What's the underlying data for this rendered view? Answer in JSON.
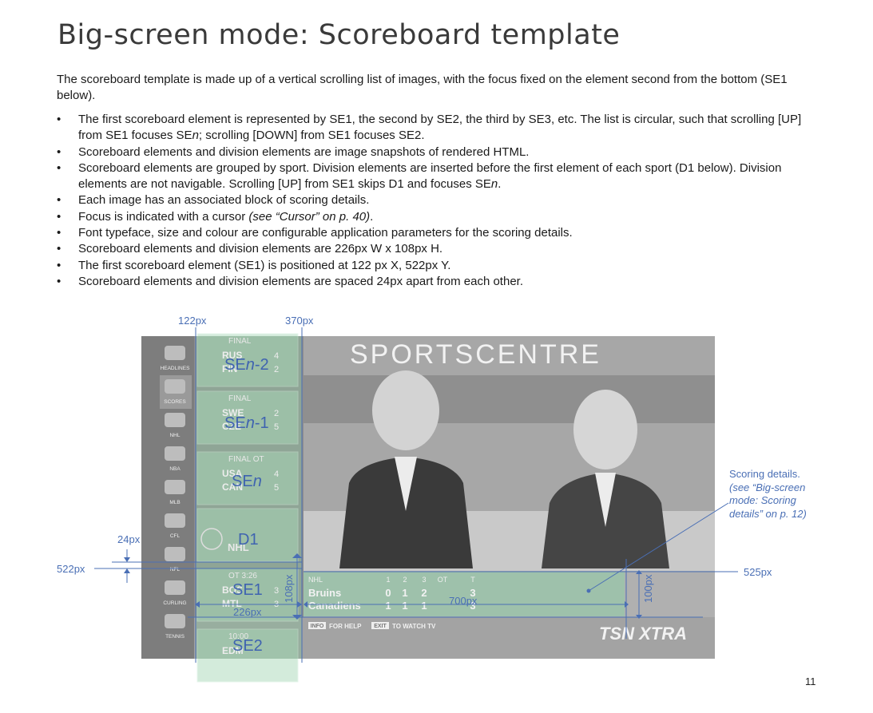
{
  "page": {
    "title": "Big-screen mode: Scoreboard template",
    "intro": "The scoreboard template is made up of a vertical scrolling list of images, with the focus fixed on the element second from the bottom (SE1 below).",
    "page_number": "11"
  },
  "bullets": [
    [
      "The first scoreboard element is represented by SE1, the second by SE2, the third by SE3, etc.  The list is circular, such that scrolling [UP] from SE1 focuses SE",
      "n",
      "; scrolling [DOWN] from SE1 focuses SE2."
    ],
    [
      "Scoreboard elements and division elements are image snapshots of rendered HTML."
    ],
    [
      "Scoreboard elements are grouped by sport.  Division elements are inserted before the first element of each sport (D1 below).  Division elements are not navigable.  Scrolling [UP] from SE1 skips D1 and focuses SE",
      "n",
      "."
    ],
    [
      "Each image has an associated block of scoring details."
    ],
    [
      "Focus is indicated with a cursor ",
      "(see “Cursor” on p. 40)",
      "."
    ],
    [
      "Font typeface, size and colour are configurable application parameters for the scoring details."
    ],
    [
      "Scoreboard elements and division elements are 226px W x 108px H."
    ],
    [
      "The first scoreboard element (SE1) is positioned at 122 px X, 522px Y."
    ],
    [
      "Scoreboard elements and division elements are spaced 24px apart from each other."
    ]
  ],
  "figure": {
    "dims": {
      "x122": "122px",
      "x370": "370px",
      "gap24": "24px",
      "y522": "522px",
      "y525": "525px",
      "h108": "108px",
      "w226": "226px",
      "w700": "700px",
      "h100": "100px"
    },
    "elements": {
      "se_n2": {
        "prefix": "SE",
        "em": "n",
        "suffix": "-2"
      },
      "se_n1": {
        "prefix": "SE",
        "em": "n",
        "suffix": "-1"
      },
      "se_n": {
        "prefix": "SE",
        "em": "n",
        "suffix": ""
      },
      "d1": "D1",
      "se1": "SE1",
      "se2": "SE2"
    },
    "note": [
      "Scoring details.",
      "(see “Big-screen",
      "mode: Scoring",
      "details” on p. 12)"
    ],
    "tv": {
      "banner": "SPORTSCENTRE",
      "logo": "TSN XTRA",
      "sidebar": [
        {
          "icon": "sc-logo-icon",
          "label": "HEADLINES"
        },
        {
          "icon": "scores-icon",
          "label": "SCORES"
        },
        {
          "icon": "nhl-logo-icon",
          "label": "NHL"
        },
        {
          "icon": "nba-logo-icon",
          "label": "NBA"
        },
        {
          "icon": "mlb-logo-icon",
          "label": "MLB"
        },
        {
          "icon": "cfl-logo-icon",
          "label": "CFL"
        },
        {
          "icon": "nfl-logo-icon",
          "label": "NFL"
        },
        {
          "icon": "curling-icon",
          "label": "CURLING"
        },
        {
          "icon": "tennis-icon",
          "label": "TENNIS"
        }
      ],
      "scoreboard": [
        {
          "status": "FINAL",
          "teams": [
            "RUS",
            "FIN"
          ],
          "scores": [
            "4",
            "2"
          ]
        },
        {
          "status": "FINAL",
          "teams": [
            "SWE",
            "CZE"
          ],
          "scores": [
            "2",
            "5"
          ]
        },
        {
          "status": "FINAL   OT",
          "teams": [
            "USA",
            "CAN"
          ],
          "scores": [
            "4",
            "5"
          ]
        },
        {
          "division": "NHL"
        },
        {
          "status": "OT      3:26",
          "teams": [
            "BOS",
            "MTL"
          ],
          "scores": [
            "3",
            "3"
          ]
        },
        {
          "status": "10:00",
          "teams": [
            "EDM",
            ""
          ],
          "scores": [
            "",
            ""
          ]
        }
      ],
      "details": {
        "league": "NHL",
        "period_headers": [
          "1",
          "2",
          "3",
          "OT",
          "T"
        ],
        "rows": [
          {
            "team": "Bruins",
            "periods": [
              "0",
              "1",
              "2",
              "",
              "3"
            ]
          },
          {
            "team": "Canadiens",
            "periods": [
              "1",
              "1",
              "1",
              "",
              "3"
            ]
          }
        ]
      },
      "hints": [
        {
          "key": "INFO",
          "text": "FOR HELP"
        },
        {
          "key": "EXIT",
          "text": "TO WATCH TV"
        }
      ]
    },
    "colors": {
      "annotation": "#4a6fb5",
      "highlight": "#8fcfa8",
      "tv_gray": "#9a9a9a"
    }
  }
}
